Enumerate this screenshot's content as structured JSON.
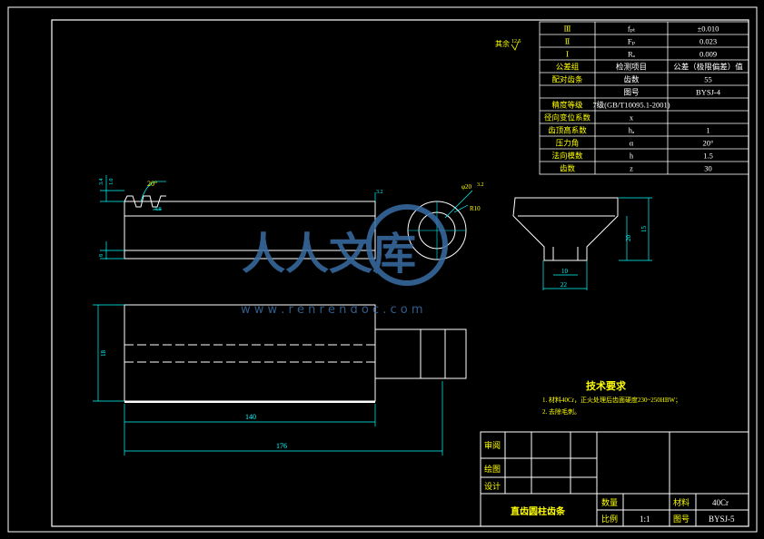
{
  "parameter_table": {
    "rows": [
      {
        "c1": "Ⅲ",
        "c2": "fₚₜ",
        "c3": "±0.010"
      },
      {
        "c1": "Ⅱ",
        "c2": "Fₚ",
        "c3": "0.023"
      },
      {
        "c1": "Ⅰ",
        "c2": "Rₐ",
        "c3": "0.009"
      },
      {
        "c1": "公差组",
        "c2": "检测项目",
        "c3": "公差（极限偏差）值"
      },
      {
        "c1": "配对齿条",
        "c2": "齿数",
        "c3": "55"
      },
      {
        "c1": "",
        "c2": "图号",
        "c3": "BYSJ-4"
      },
      {
        "c1": "精度等级",
        "c2": "7级(GB/T10095.1-2001)",
        "c3": ""
      },
      {
        "c1": "径向变位系数",
        "c2": "x",
        "c3": ""
      },
      {
        "c1": "齿顶高系数",
        "c2": "hₐ",
        "c3": "1"
      },
      {
        "c1": "压力角",
        "c2": "α",
        "c3": "20°"
      },
      {
        "c1": "法向模数",
        "c2": "h",
        "c3": "1.5"
      },
      {
        "c1": "齿数",
        "c2": "z",
        "c3": "30"
      }
    ]
  },
  "surface_note": {
    "label": "其余",
    "value": "12.5"
  },
  "dimensions": {
    "top_left_a": "3.4",
    "top_left_b": "1.0",
    "angle": "20°",
    "pitch": "4.9",
    "rough_top": "3.2",
    "shaft_left": "8",
    "hole_callout": "φ20",
    "hole_rough": "3.2",
    "hole_r": "R10",
    "cup_depth": "20",
    "cup_height": "15",
    "cup_d1": "10",
    "cup_d2": "22",
    "front_height": "18",
    "len_140": "140",
    "len_176": "176"
  },
  "tech_requirements": {
    "title": "技术要求",
    "line1": "1. 材料40Cr，正火处理后齿面硬度230~250HBW；",
    "line2": "2. 去除毛刺。"
  },
  "watermark": {
    "text": "人人文库",
    "url": "w w w . r e n r e n d o c . c o m"
  },
  "title_block": {
    "reviewed": "审阅",
    "drawn": "绘图",
    "designed": "设计",
    "part_name": "直齿圆柱齿条",
    "qty_label": "数量",
    "material_label": "材料",
    "material": "40Cr",
    "scale_label": "比例",
    "scale": "1:1",
    "drawing_no_label": "图号",
    "drawing_no": "BYSJ-5"
  },
  "colors": {
    "line": "#ffffff",
    "dim": "#00ffff",
    "note": "#ffff00",
    "watermark": "#3a6ea5"
  }
}
